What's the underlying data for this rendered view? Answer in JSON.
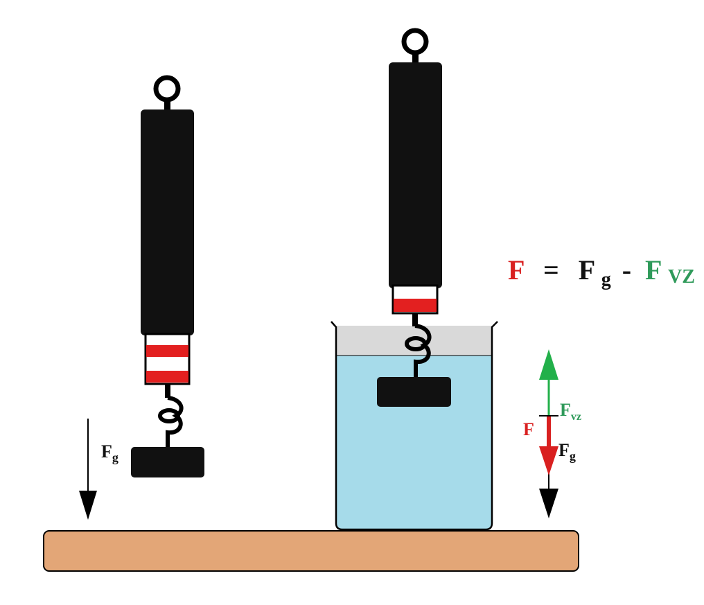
{
  "formula": {
    "lhs": "F",
    "equals": "=",
    "term1_main": "F",
    "term1_sub": "g",
    "minus": "-",
    "term2_main": "F",
    "term2_sub": "VZ"
  },
  "left_setup": {
    "force_main": "F",
    "force_sub": "g"
  },
  "right_setup": {
    "buoyancy_main": "F",
    "buoyancy_sub": "vz",
    "net_label": "F",
    "gravity_main": "F",
    "gravity_sub": "g"
  },
  "colors": {
    "net_force": "#d92020",
    "buoyancy": "#2f9a5a",
    "buoyancy_arrow": "#22b04a",
    "gravity": "#111111",
    "water": "#a6dbea",
    "air_in_beaker": "#d9d9d9",
    "table": "#e3a677",
    "meter_body": "#111111",
    "meter_stripe": "#e32020"
  }
}
